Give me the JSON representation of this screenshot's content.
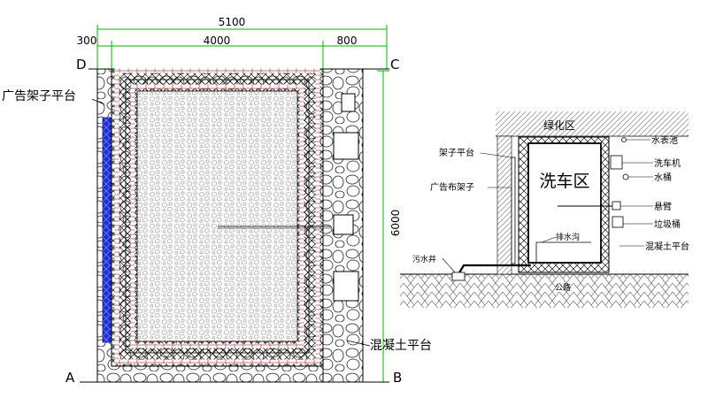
{
  "dimensions": {
    "total_width": "5100",
    "left_margin": "300",
    "main_width": "4000",
    "right_width": "800",
    "height": "6000"
  },
  "corners": {
    "a": "A",
    "b": "B",
    "c": "C",
    "d": "D"
  },
  "plan_labels": {
    "billboard_platform": "广告架子平台",
    "concrete_platform": "混凝土平台"
  },
  "section_labels": {
    "green_zone": "绿化区",
    "wash_zone": "洗车区",
    "rack_platform": "架子平台",
    "ad_rack": "广告布架子",
    "sewage_well": "污水井",
    "drain_ditch": "排水沟",
    "road": "公路",
    "meter_pit": "水表池",
    "washer": "洗车机",
    "bucket": "水桶",
    "cantilever": "悬臂",
    "trash_bin": "垃圾桶",
    "concrete_platform": "混凝土平台"
  },
  "colors": {
    "dimension_lines": "#00b400",
    "rebar_border": "#c0504d",
    "ad_panel": "#1f2fd0"
  }
}
